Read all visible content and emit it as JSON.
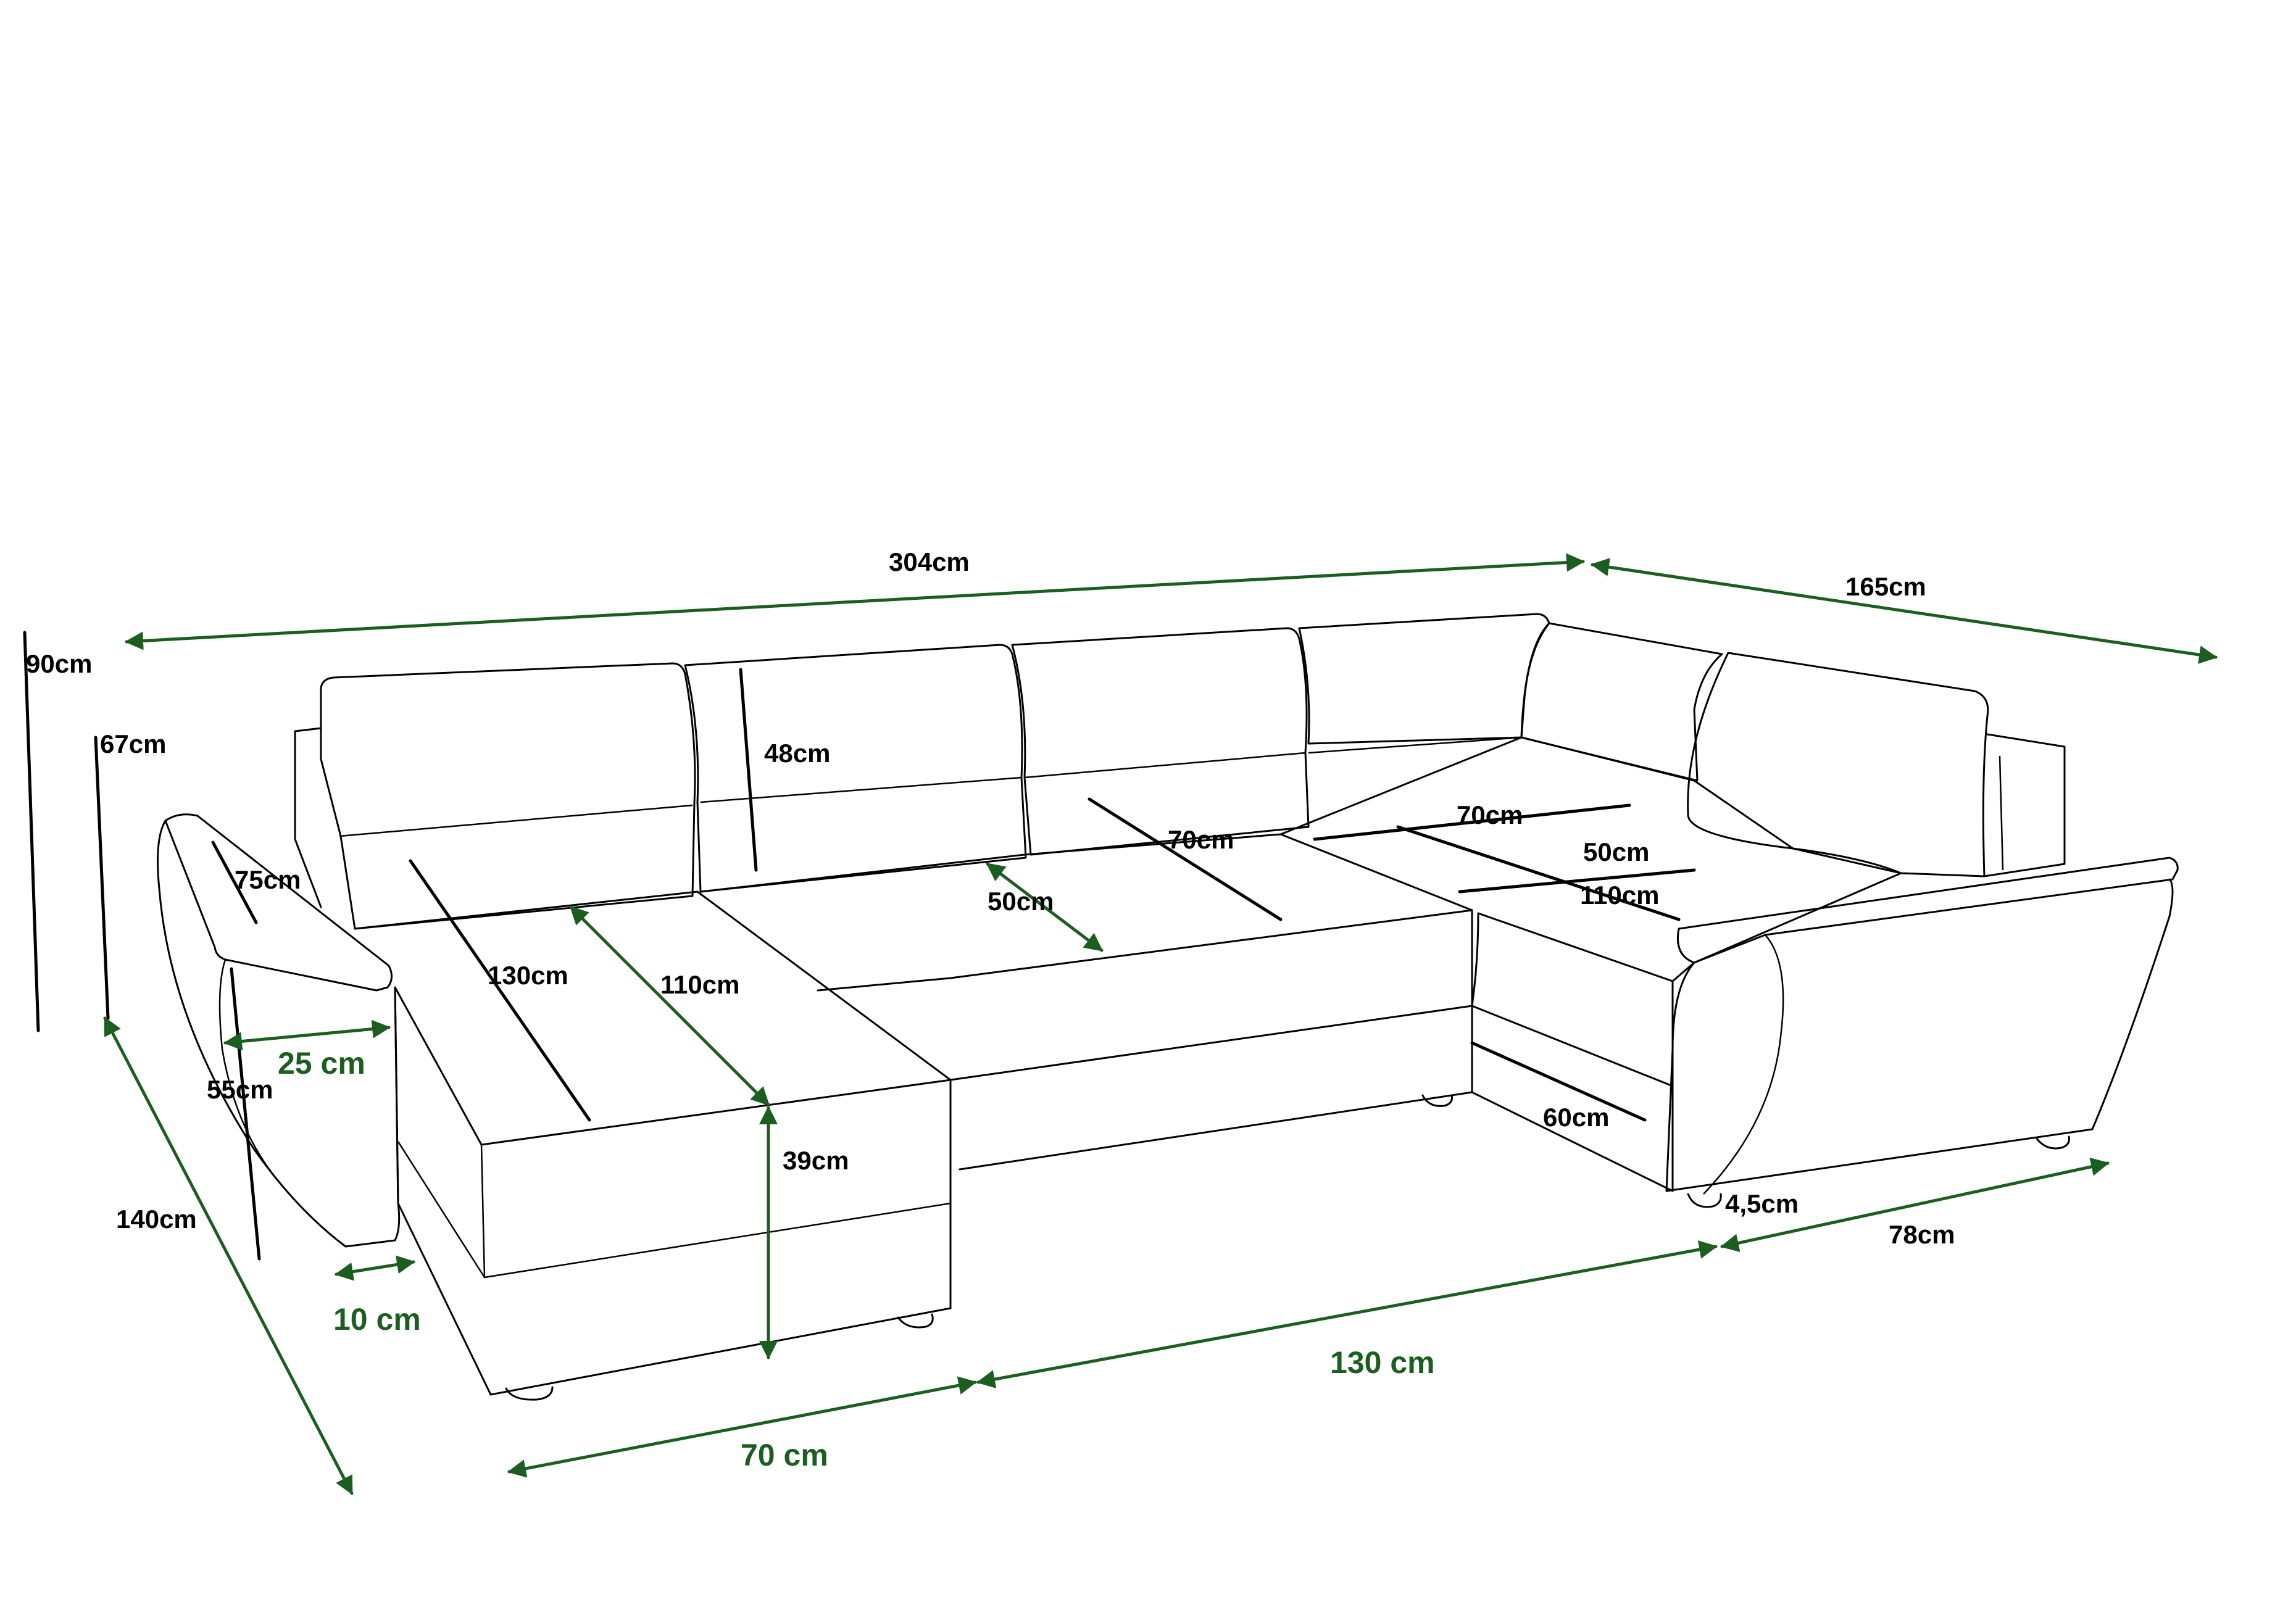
{
  "colors": {
    "outline": "#000000",
    "dimension_arrows": "#1b5e20",
    "background": "#ffffff"
  },
  "labels": {
    "overall_width": "304cm",
    "right_depth": "165cm",
    "total_height": "90cm",
    "seat_back_height": "67cm",
    "left_depth": "140cm",
    "armrest_height": "75cm",
    "armrest_width": "25 cm",
    "armrest_inner": "55cm",
    "leg_height": "10 cm",
    "headrest_height": "48cm",
    "chaise_length": "130cm",
    "chaise_inner": "110cm",
    "seat_depth_mid": "50cm",
    "back_cushion_mid": "70cm",
    "back_cushion_right": "70cm",
    "seat_depth_right": "50cm",
    "seat_width_right": "110cm",
    "seat_height": "39cm",
    "storage_depth": "60cm",
    "leg_offset": "4,5cm",
    "right_module_width": "78cm",
    "bottom_middle": "130 cm",
    "bottom_left": "70 cm"
  }
}
